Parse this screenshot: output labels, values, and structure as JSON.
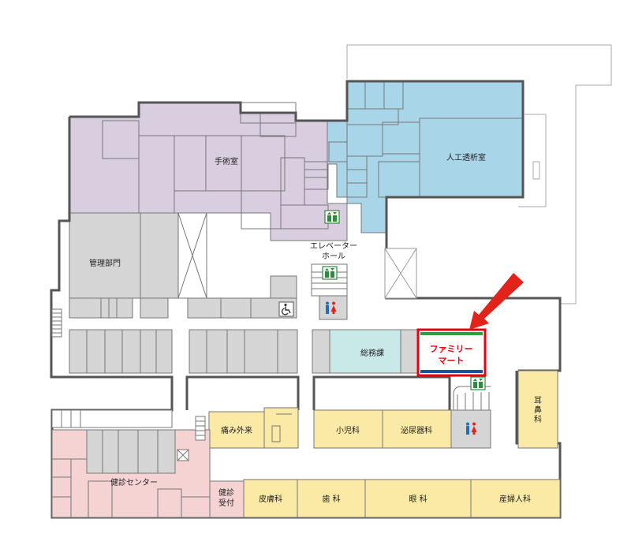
{
  "rooms": {
    "surgery": "手術室",
    "dialysis": "人工透析室",
    "management": "管理部門",
    "elevator_hall_line1": "エレベーター",
    "elevator_hall_line2": "ホール",
    "general_affairs": "総務課",
    "pain_clinic": "痛み外来",
    "pediatrics": "小児科",
    "urology": "泌尿器科",
    "ent_chars": [
      "耳",
      "鼻",
      "科"
    ],
    "checkup_center": "健診センター",
    "checkup_reception_line1": "健診",
    "checkup_reception_line2": "受付",
    "dermatology": "皮膚科",
    "dentistry": "歯 科",
    "ophthalmology": "眼 科",
    "obgyn": "産婦人科"
  },
  "shop": {
    "line1": "ファミリー",
    "line2": "マート",
    "stripe_top": "#2e9e3e",
    "stripe_bottom": "#1e50a2",
    "border": "#e60012"
  },
  "icons": [
    "elevator-icon",
    "accessible-icon",
    "restroom-icon",
    "pointer-arrow-icon"
  ],
  "colors": {
    "purple": "#d9cde0",
    "blue": "#a9d5e9",
    "gray": "#d5d5d5",
    "yellow": "#fbeaa5",
    "pink": "#f6d3d3",
    "teal": "#c9e8e8",
    "arrow": "#e2231a"
  }
}
